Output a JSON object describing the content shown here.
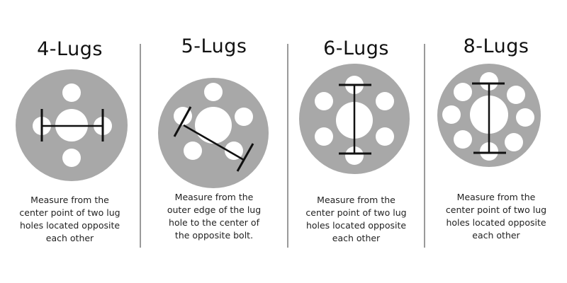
{
  "colors": {
    "wheel": "#a8a8a8",
    "hole": "#ffffff",
    "measure_line": "#111111",
    "divider": "#9a9a9a"
  },
  "panels": [
    {
      "title": "4-Lugs",
      "lug_count": 4,
      "desc_lines": [
        "Measure from the",
        "center point of two lug",
        "holes located opposite",
        "each other"
      ]
    },
    {
      "title": "5-Lugs",
      "lug_count": 5,
      "desc_lines": [
        "Measure from the",
        "outer edge of the lug",
        "hole to the center of",
        "the opposite bolt."
      ]
    },
    {
      "title": "6-Lugs",
      "lug_count": 6,
      "desc_lines": [
        "Measure from the",
        "center point of two lug",
        "holes located opposite",
        "each other"
      ]
    },
    {
      "title": "8-Lugs",
      "lug_count": 8,
      "desc_lines": [
        "Measure from the",
        "center point of two lug",
        "holes located opposite",
        "each other"
      ]
    }
  ]
}
